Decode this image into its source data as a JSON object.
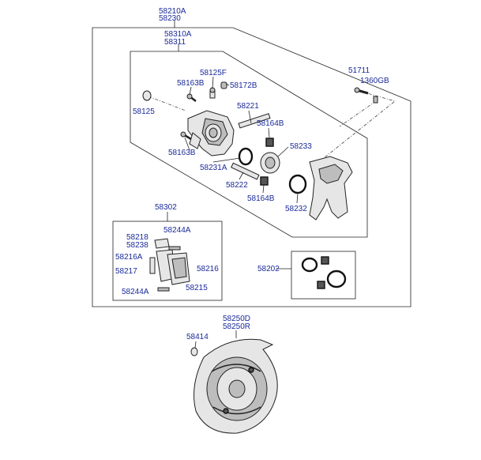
{
  "labels": {
    "l58210a": "58210A",
    "l58230": "58230",
    "l58310a": "58310A",
    "l58311": "58311",
    "l58125f": "58125F",
    "l58163b_top": "58163B",
    "l58172b": "58172B",
    "l58125": "58125",
    "l58221": "58221",
    "l58164b_top": "58164B",
    "l58233": "58233",
    "l58163b_bot": "58163B",
    "l58231a": "58231A",
    "l58222": "58222",
    "l58164b_bot": "58164B",
    "l58232": "58232",
    "l51711": "51711",
    "l1360gb": "1360GB",
    "l58302": "58302",
    "l58218": "58218",
    "l58244a_top": "58244A",
    "l58238": "58238",
    "l58216a": "58216A",
    "l58217": "58217",
    "l58216": "58216",
    "l58215": "58215",
    "l58244a_bot": "58244A",
    "l58202": "58202",
    "l58250d": "58250D",
    "l58250r": "58250R",
    "l58414": "58414"
  }
}
